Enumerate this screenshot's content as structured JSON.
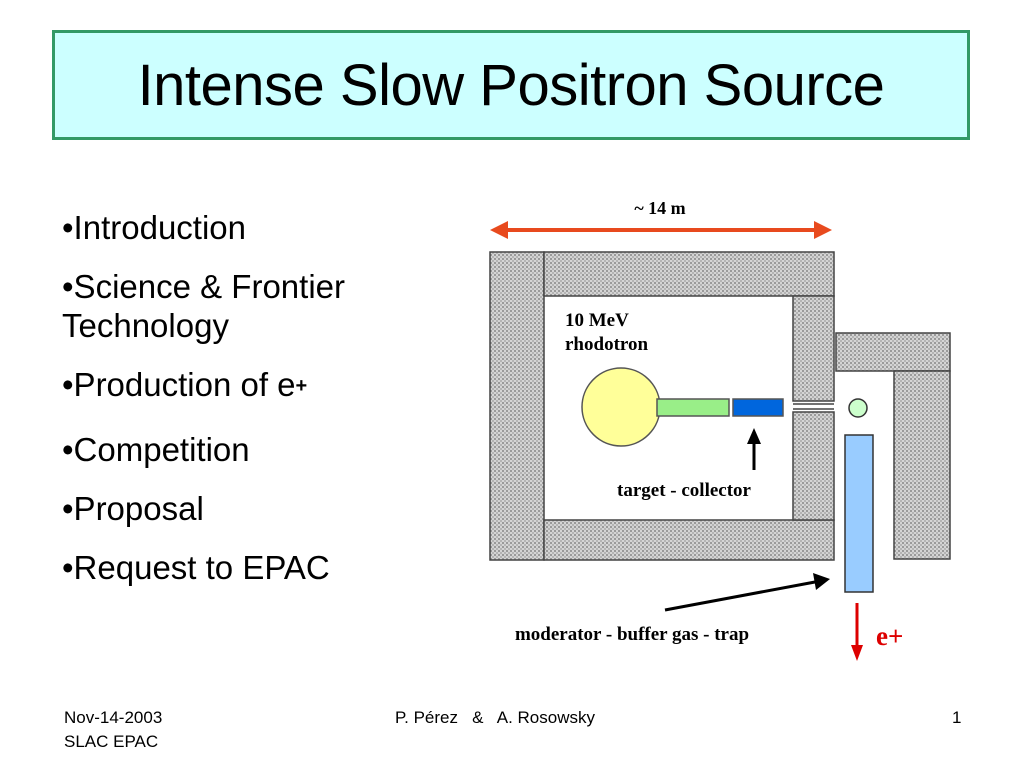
{
  "title": "Intense Slow Positron Source",
  "bullets": [
    {
      "text": "•Introduction"
    },
    {
      "text": "•Science & Frontier Technology"
    },
    {
      "text": "•Production of e",
      "sup": "+"
    },
    {
      "text": "•Competition"
    },
    {
      "text": "•Proposal"
    },
    {
      "text": "•Request to EPAC"
    }
  ],
  "diagram": {
    "length_label": "~ 14 m",
    "accelerator_label_line1": "10 MeV",
    "accelerator_label_line2": "rhodotron",
    "target_label": "target - collector",
    "moderator_label": "moderator - buffer gas - trap",
    "output_label": "e+",
    "colors": {
      "arrow_red": "#e84a1e",
      "rhodotron": "#ffff99",
      "target_green": "#99ee88",
      "collector_blue": "#0066dd",
      "moderator_blue": "#99ccff",
      "small_circle": "#ccffcc",
      "output_red": "#dd0000",
      "shield": "#c8c8c8"
    }
  },
  "footer": {
    "date": "Nov-14-2003",
    "venue": "SLAC EPAC",
    "authors": "P. Pérez   &   A. Rosowsky",
    "page_number": "1"
  }
}
